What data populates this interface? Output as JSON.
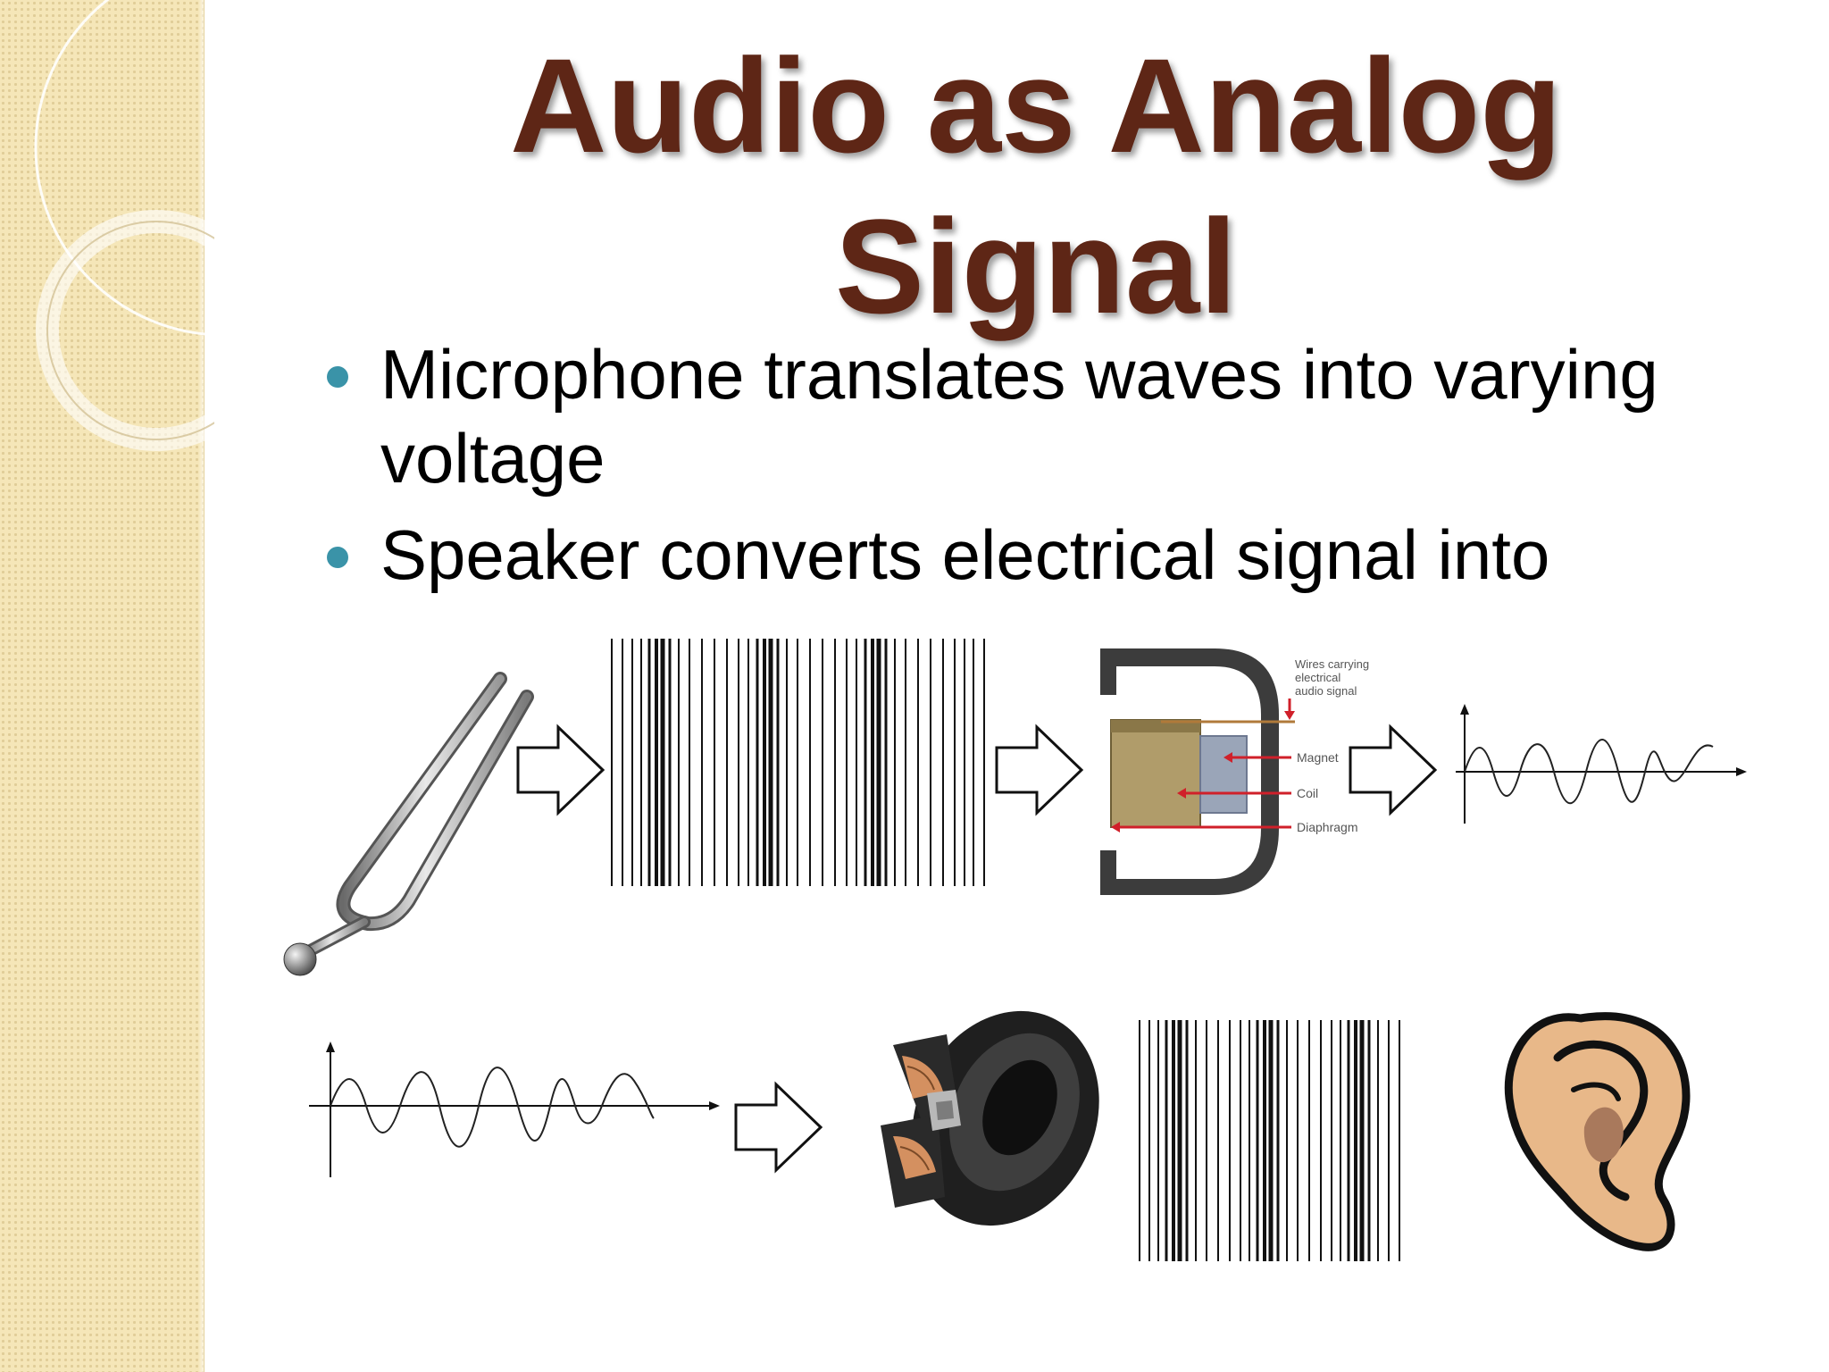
{
  "slide": {
    "title_line1": "Audio as Analog",
    "title_line2": "Signal",
    "bullets": [
      "Microphone translates waves into varying voltage",
      "Speaker converts electrical signal into"
    ]
  },
  "microphone_diagram": {
    "labels": {
      "wires": [
        "Wires carrying",
        "electrical",
        "audio signal"
      ],
      "magnet": "Magnet",
      "coil": "Coil",
      "diaphragm": "Diaphragm"
    }
  },
  "colors": {
    "title": "#5e2616",
    "bullet": "#3a93a8",
    "side_band": "#f5e6b8",
    "microphone_arrow": "#d0202a"
  },
  "icons": [
    "tuning-fork-icon",
    "arrow-right-icon",
    "sound-wave-bars",
    "microphone-diagram",
    "waveform-graph",
    "speaker-icon",
    "ear-icon"
  ]
}
